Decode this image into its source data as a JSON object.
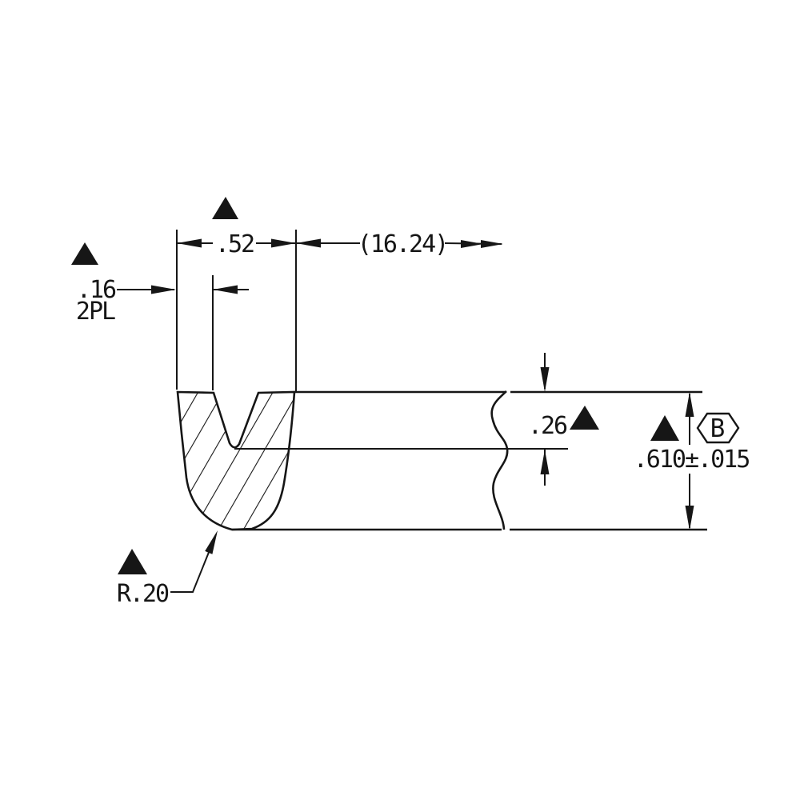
{
  "drawing": {
    "type": "engineering-cross-section-detail",
    "labels": {
      "groove_width": ".52",
      "overall_length_ref": "(16.24)",
      "edge_offset": ".16",
      "edge_offset_note": "2PL",
      "groove_depth": ".26",
      "thickness_tolerance": ".610±.015",
      "corner_radius": "R.20",
      "datum": "B"
    },
    "icons": {
      "revision_flag_symbol": "▲",
      "datum_flag_shape": "hexagon"
    },
    "colors": {
      "line": "#161616",
      "background": "#ffffff"
    }
  }
}
